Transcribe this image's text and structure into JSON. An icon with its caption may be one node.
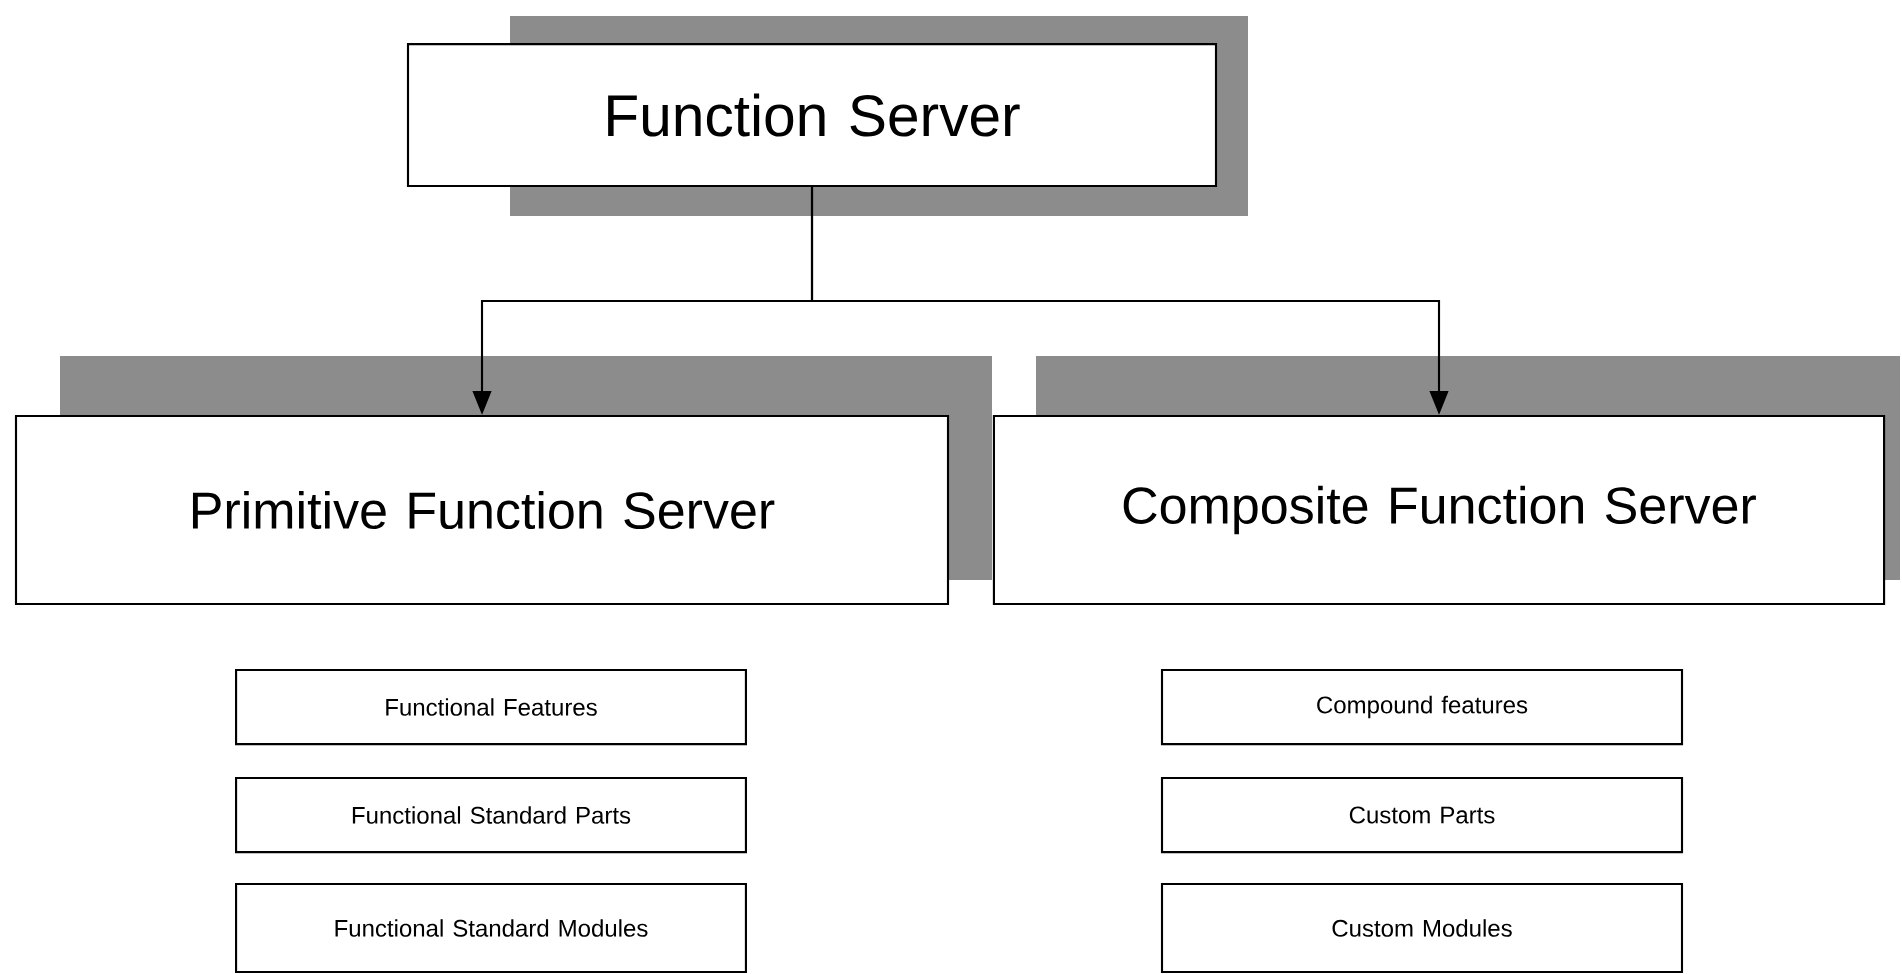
{
  "diagram": {
    "nodes": [
      {
        "text": [
          "Function Server"
        ]
      },
      {
        "text": [
          "Primitive Function Server"
        ]
      },
      {
        "text": [
          "Composite Function Server"
        ]
      },
      {
        "text": [
          "Functional Features"
        ]
      },
      {
        "text": [
          "Functional Standard Parts"
        ]
      },
      {
        "text": [
          "Functional Standard Modules"
        ]
      },
      {
        "text": [
          "Compound features"
        ]
      },
      {
        "text": [
          "Custom Parts"
        ]
      },
      {
        "text": [
          "Custom Modules"
        ]
      }
    ],
    "edges": [
      {
        "from": 0,
        "to": 1,
        "arrow": "to"
      },
      {
        "from": 0,
        "to": 2,
        "arrow": "to"
      }
    ]
  }
}
